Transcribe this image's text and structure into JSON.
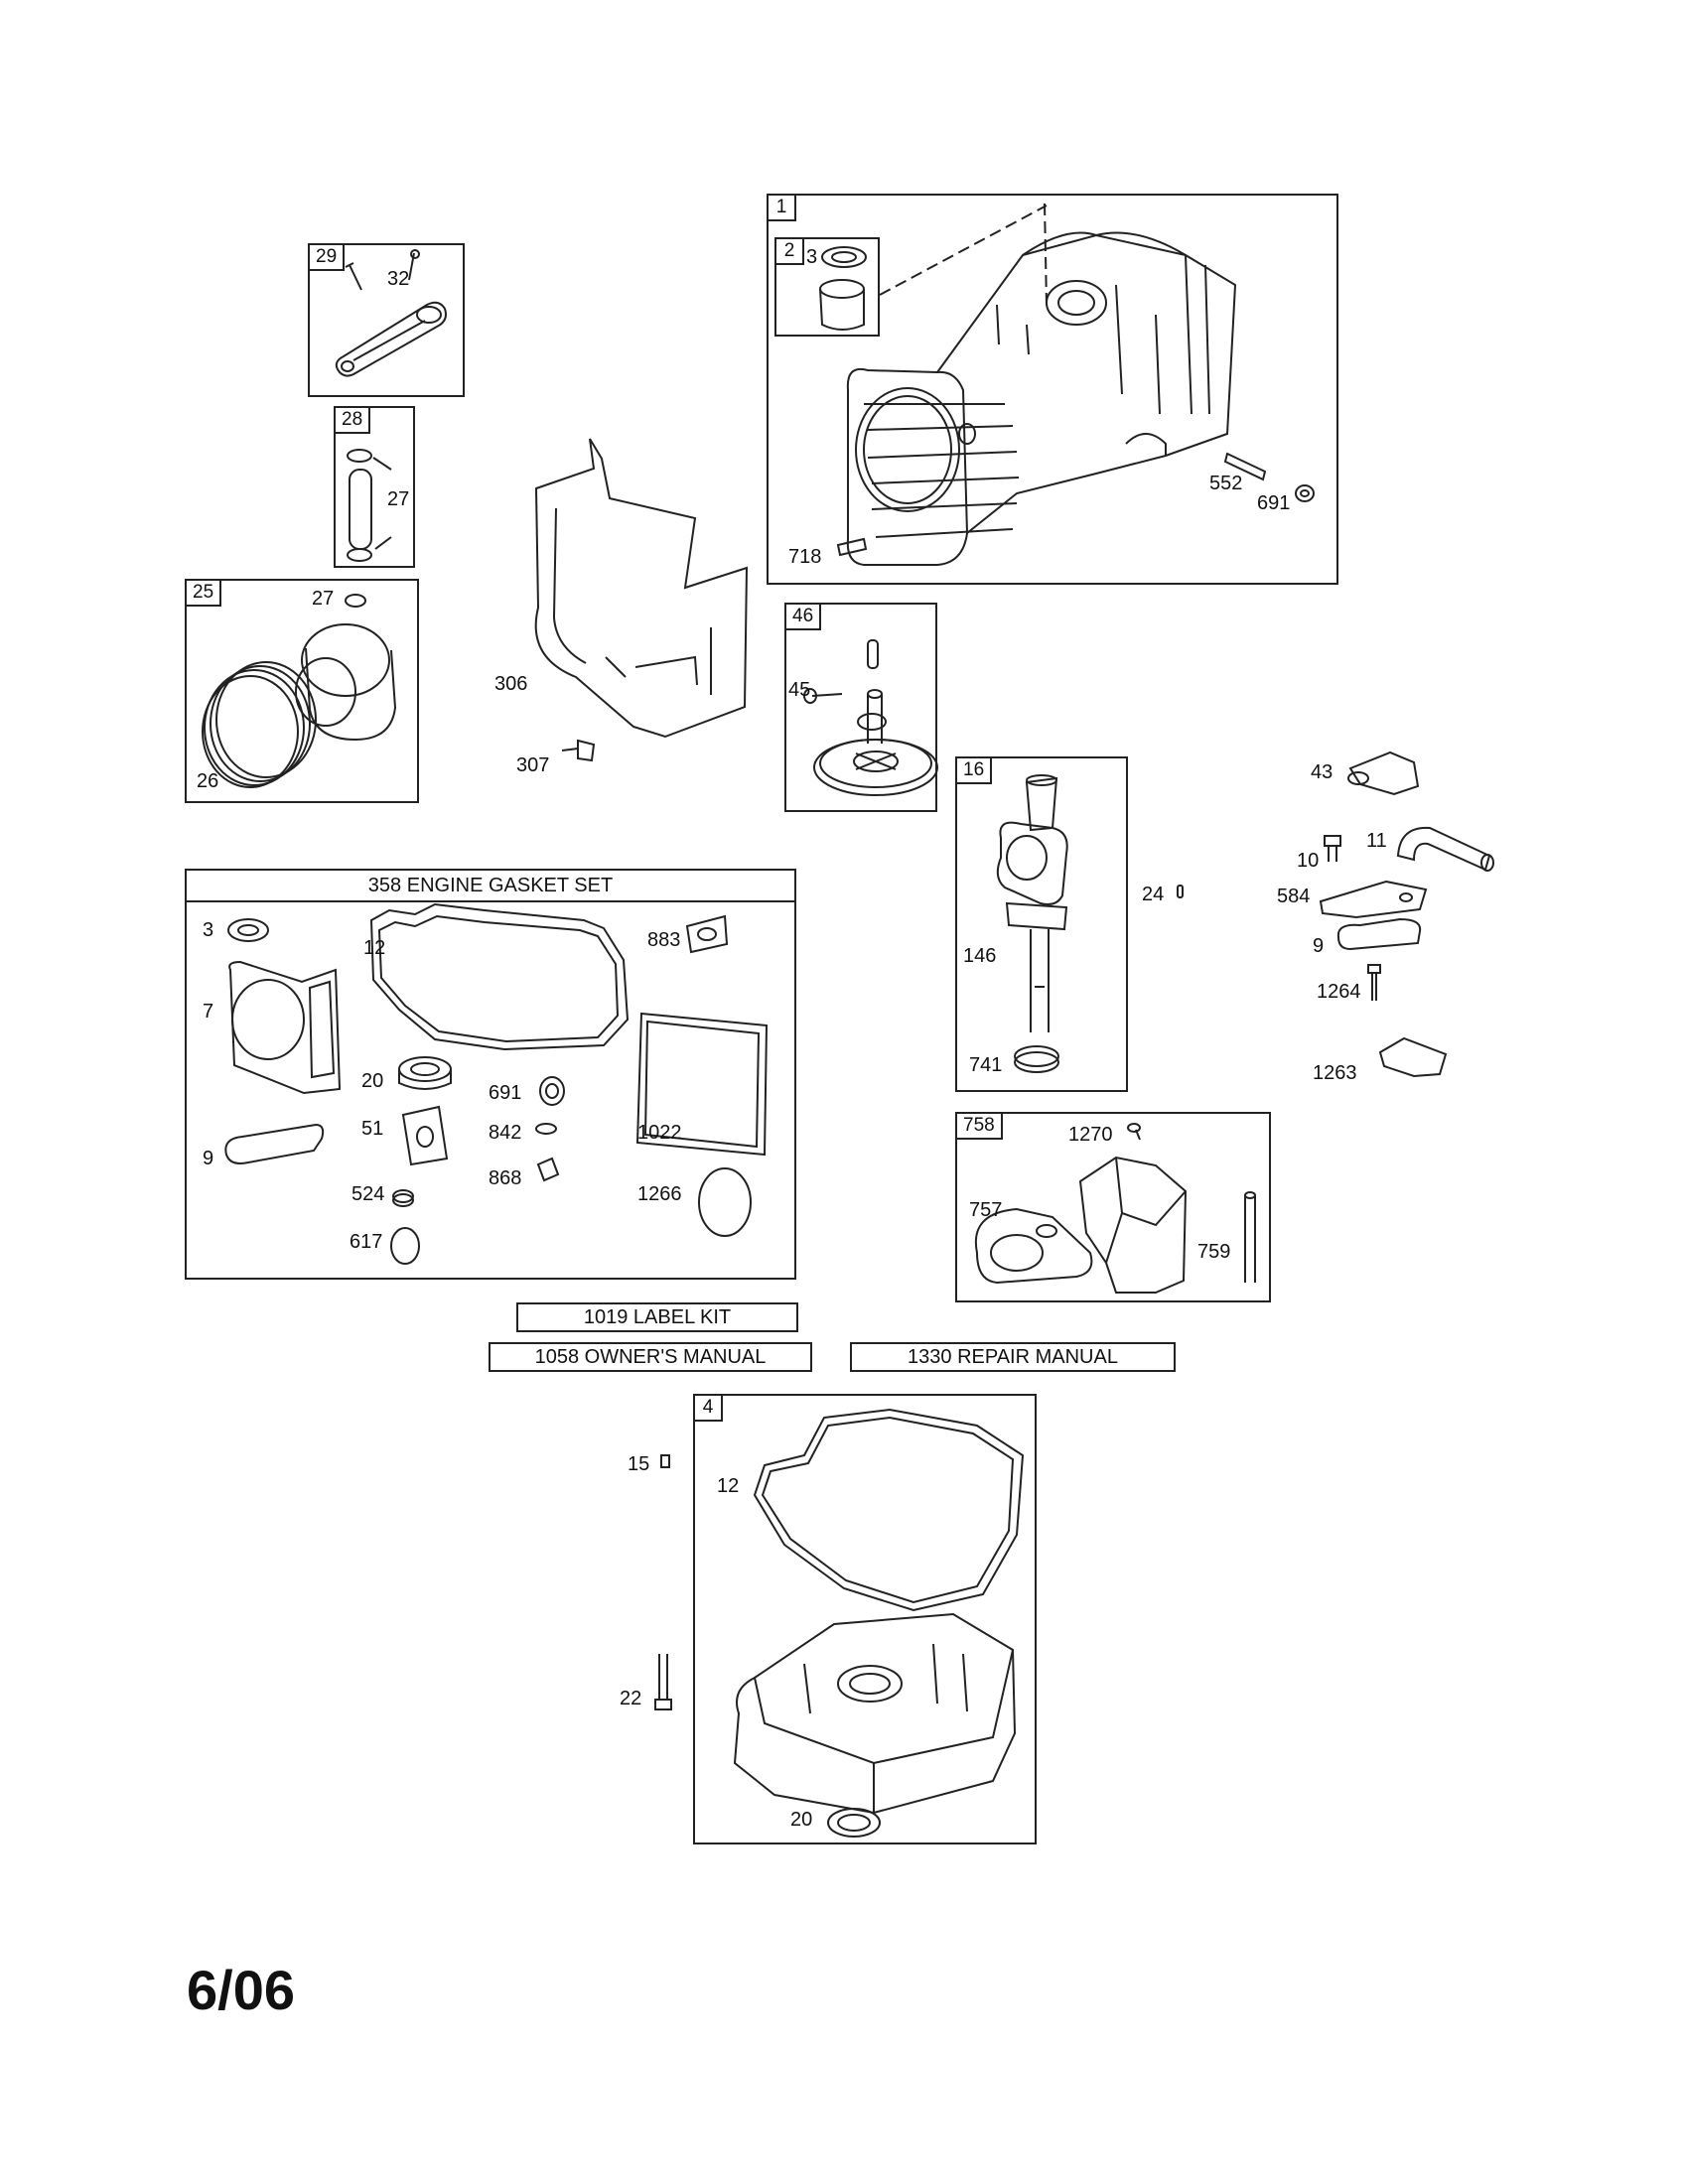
{
  "boxes": {
    "rod": {
      "tag": "29"
    },
    "pin": {
      "tag": "28"
    },
    "piston": {
      "tag": "25"
    },
    "block": {
      "tag": "1"
    },
    "bearing": {
      "tag": "2"
    },
    "cam": {
      "tag": "46"
    },
    "crank": {
      "tag": "16"
    },
    "governor": {
      "tag": "758"
    },
    "sump": {
      "tag": "4"
    },
    "gasket_set": {
      "title": "358 ENGINE GASKET SET"
    }
  },
  "banners": {
    "label_kit": "1019 LABEL KIT",
    "owners_manual": "1058 OWNER'S MANUAL",
    "repair_manual": "1330 REPAIR MANUAL"
  },
  "labels": {
    "l32": "32",
    "l27a": "27",
    "l27b": "27",
    "l26": "26",
    "l306": "306",
    "l307": "307",
    "l3a": "3",
    "l552": "552",
    "l691a": "691",
    "l718": "718",
    "l45": "45",
    "l43": "43",
    "l10": "10",
    "l11": "11",
    "l584": "584",
    "l9a": "9",
    "l1264": "1264",
    "l1263": "1263",
    "l24": "24",
    "l146": "146",
    "l741": "741",
    "l1270": "1270",
    "l757": "757",
    "l759": "759",
    "g3": "3",
    "g12": "12",
    "g883": "883",
    "g7": "7",
    "g20": "20",
    "g691": "691",
    "g9": "9",
    "g51": "51",
    "g842": "842",
    "g1022": "1022",
    "g868": "868",
    "g524": "524",
    "g1266": "1266",
    "g617": "617",
    "s15": "15",
    "s12": "12",
    "s22": "22",
    "s20": "20"
  },
  "footer": {
    "date": "6/06"
  }
}
